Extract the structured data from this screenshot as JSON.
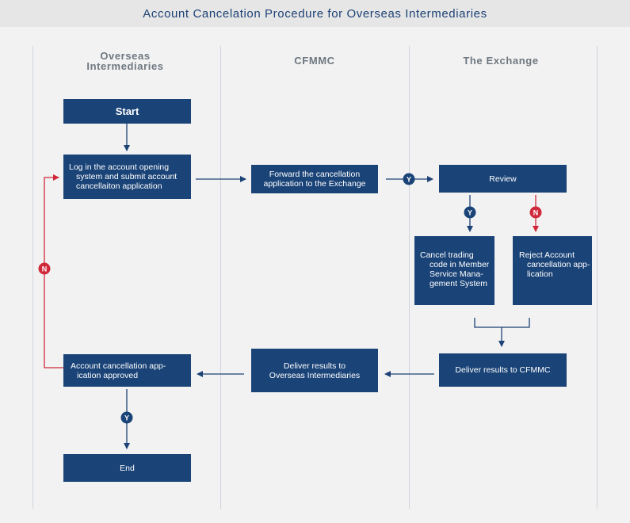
{
  "title": "Account Cancelation Procedure for Overseas Intermediaries",
  "lanes": {
    "overseas": "Overseas\nIntermediaries",
    "cfmmc": "CFMMC",
    "exchange": "The Exchange"
  },
  "steps": {
    "start": "Start",
    "login": "Log in the account opening\nsystem and submit account\ncancellaiton application",
    "forward": "Forward the cancellation\napplication to the Exchange",
    "review": "Review",
    "cancel_code": "Cancel trading\ncode in Member\nService Mana-\ngement System",
    "reject": "Reject Account\ncancellation app-\nlication",
    "deliver_cfmmc": "Deliver results to CFMMC",
    "deliver_overseas": "Deliver results to\nOverseas Intermediaries",
    "approved": "Account cancellation app-\nication approved",
    "end": "End"
  },
  "badges": {
    "yes": "Y",
    "no": "N"
  },
  "colors": {
    "box": "#1a4377",
    "arrow": "#1d4275",
    "reject_line": "#d0293c",
    "title_text": "#1d4275",
    "lane_text": "#6e7780",
    "background": "#f2f2f2"
  }
}
